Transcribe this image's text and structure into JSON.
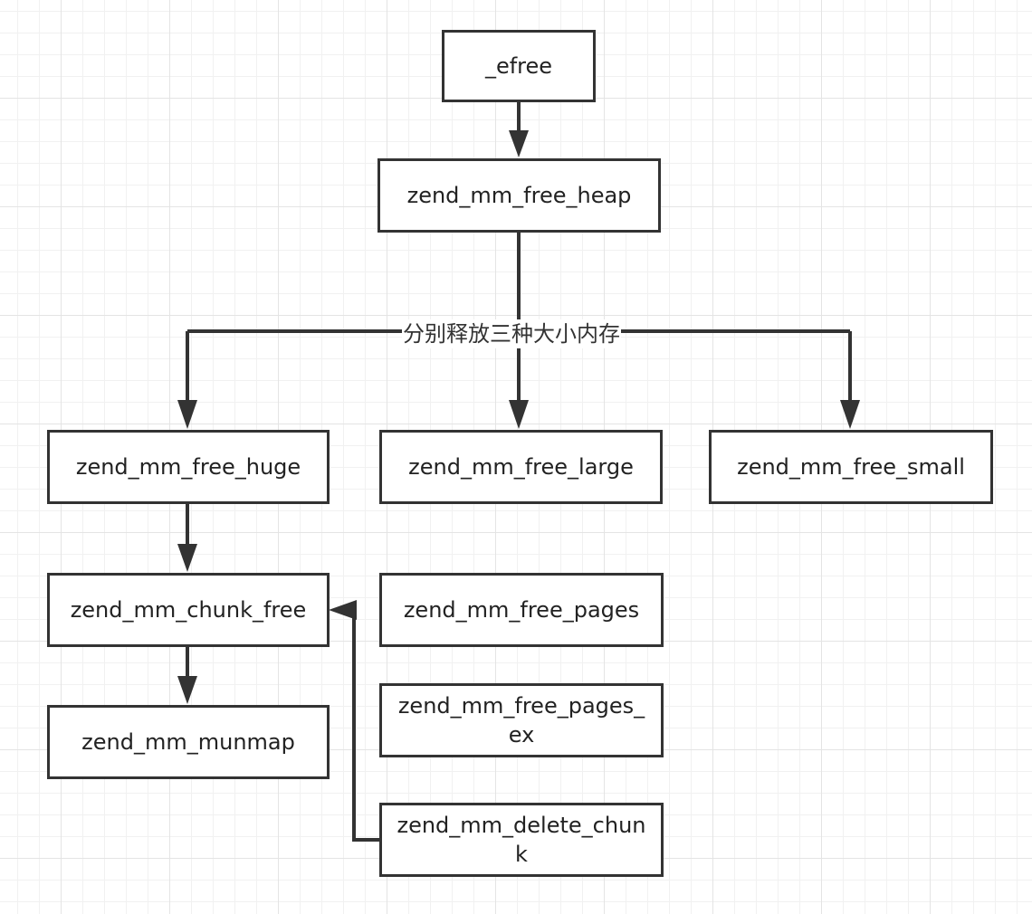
{
  "diagram": {
    "nodes": {
      "efree": "_efree",
      "free_heap": "zend_mm_free_heap",
      "free_huge": "zend_mm_free_huge",
      "free_large": "zend_mm_free_large",
      "free_small": "zend_mm_free_small",
      "chunk_free": "zend_mm_chunk_free",
      "munmap": "zend_mm_munmap",
      "free_pages": "zend_mm_free_pages",
      "free_pages_ex": "zend_mm_free_pages_ex",
      "delete_chunk": "zend_mm_delete_chunk"
    },
    "branch_label": "分别释放三种大小内存",
    "edges": [
      {
        "from": "efree",
        "to": "free_heap"
      },
      {
        "from": "free_heap",
        "to": "free_huge",
        "label": "branch_label"
      },
      {
        "from": "free_heap",
        "to": "free_large",
        "label": "branch_label"
      },
      {
        "from": "free_heap",
        "to": "free_small",
        "label": "branch_label"
      },
      {
        "from": "free_huge",
        "to": "chunk_free"
      },
      {
        "from": "chunk_free",
        "to": "munmap"
      },
      {
        "from": "delete_chunk",
        "to": "chunk_free"
      }
    ],
    "colors": {
      "stroke": "#333333",
      "text": "#222222",
      "grid": "#e4e4e4"
    }
  }
}
